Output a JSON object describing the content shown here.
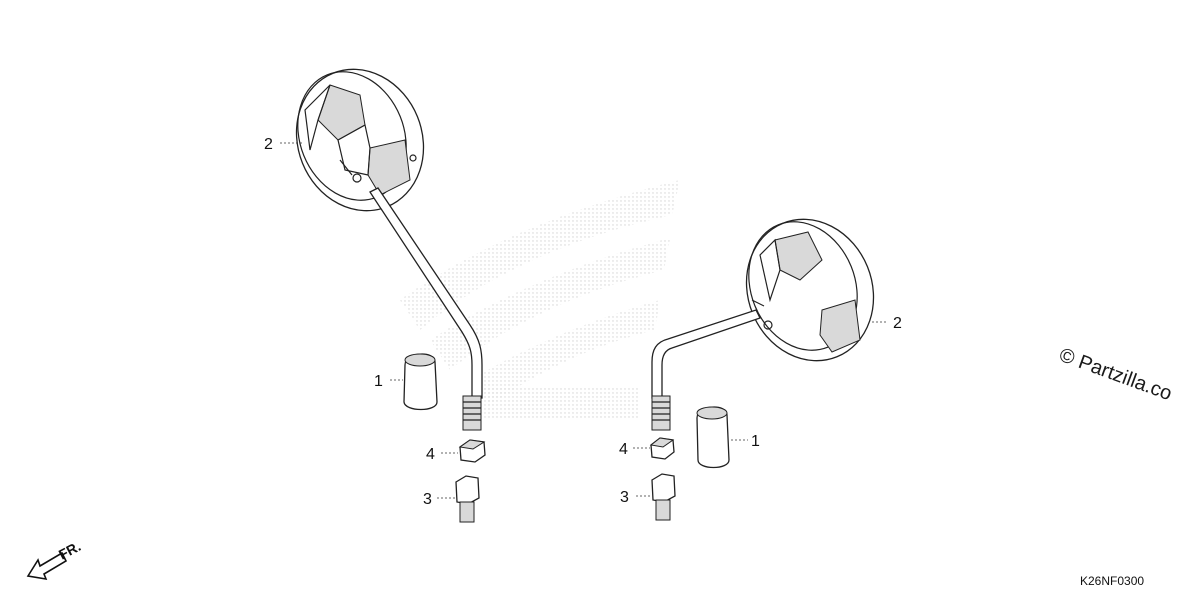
{
  "diagram": {
    "callouts": [
      {
        "id": "L2",
        "number": "2"
      },
      {
        "id": "L1",
        "number": "1"
      },
      {
        "id": "L4",
        "number": "4"
      },
      {
        "id": "L3",
        "number": "3"
      },
      {
        "id": "R2",
        "number": "2"
      },
      {
        "id": "R1",
        "number": "1"
      },
      {
        "id": "R4",
        "number": "4"
      },
      {
        "id": "R3",
        "number": "3"
      }
    ],
    "front_indicator": "FR.",
    "diagram_code": "K26NF0300",
    "watermark": "© Partzilla.co"
  }
}
